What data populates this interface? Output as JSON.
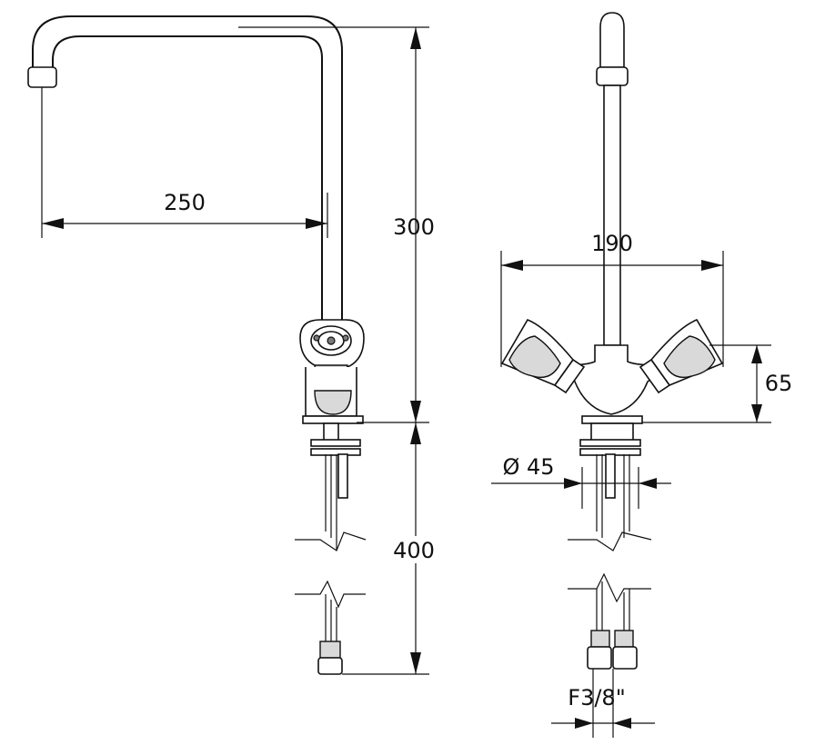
{
  "dimensions": {
    "spout_reach": "250",
    "spout_height": "300",
    "tail_length": "400",
    "width": "190",
    "body_height": "65",
    "diameter": "Ø 45",
    "connection": "F3/8\""
  }
}
